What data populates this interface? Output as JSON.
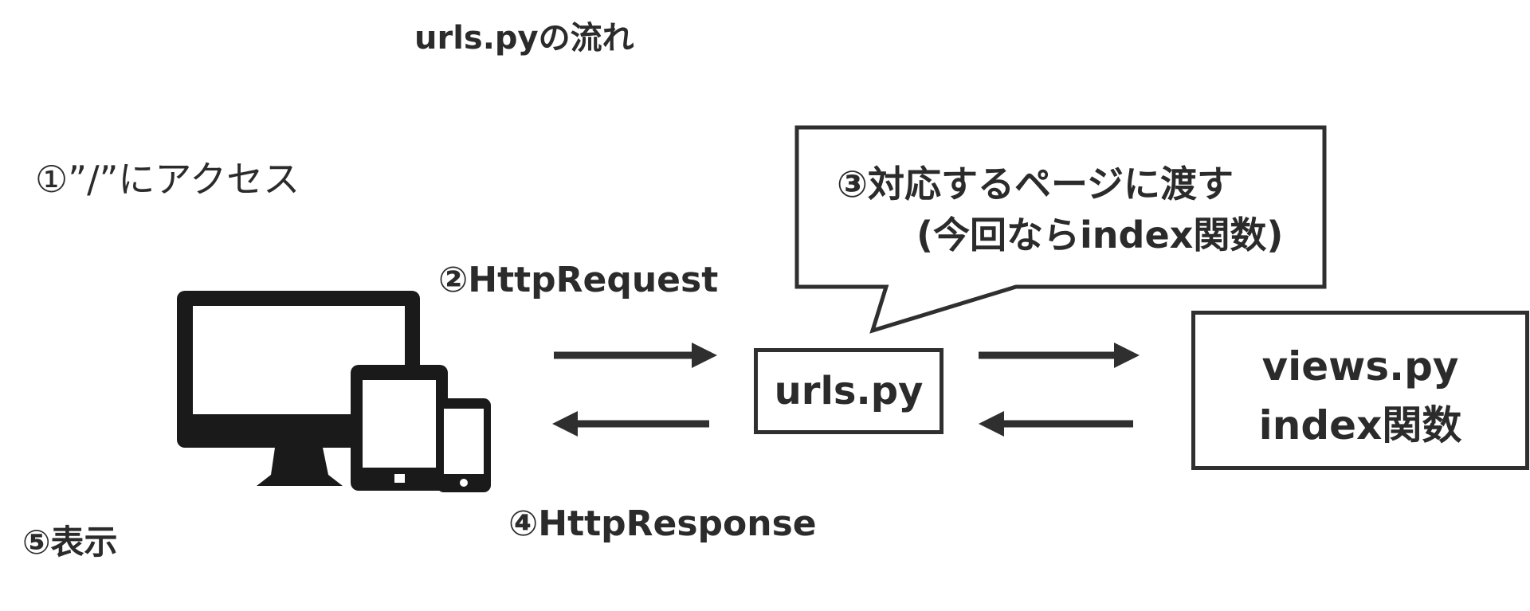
{
  "title": "urls.pyの流れ",
  "steps": {
    "step1": "①”/”にアクセス",
    "step2": "②HttpRequest",
    "step3_line1": "③対応するページに渡す",
    "step3_line2": "(今回ならindex関数)",
    "step4": "④HttpResponse",
    "step5": "⑤表示"
  },
  "nodes": {
    "urls": "urls.py",
    "views_line1": "views.py",
    "views_line2": "index関数"
  },
  "icons": {
    "client": "devices-icon"
  },
  "colors": {
    "stroke": "#2f2f2f",
    "icon": "#1a1a1a"
  }
}
